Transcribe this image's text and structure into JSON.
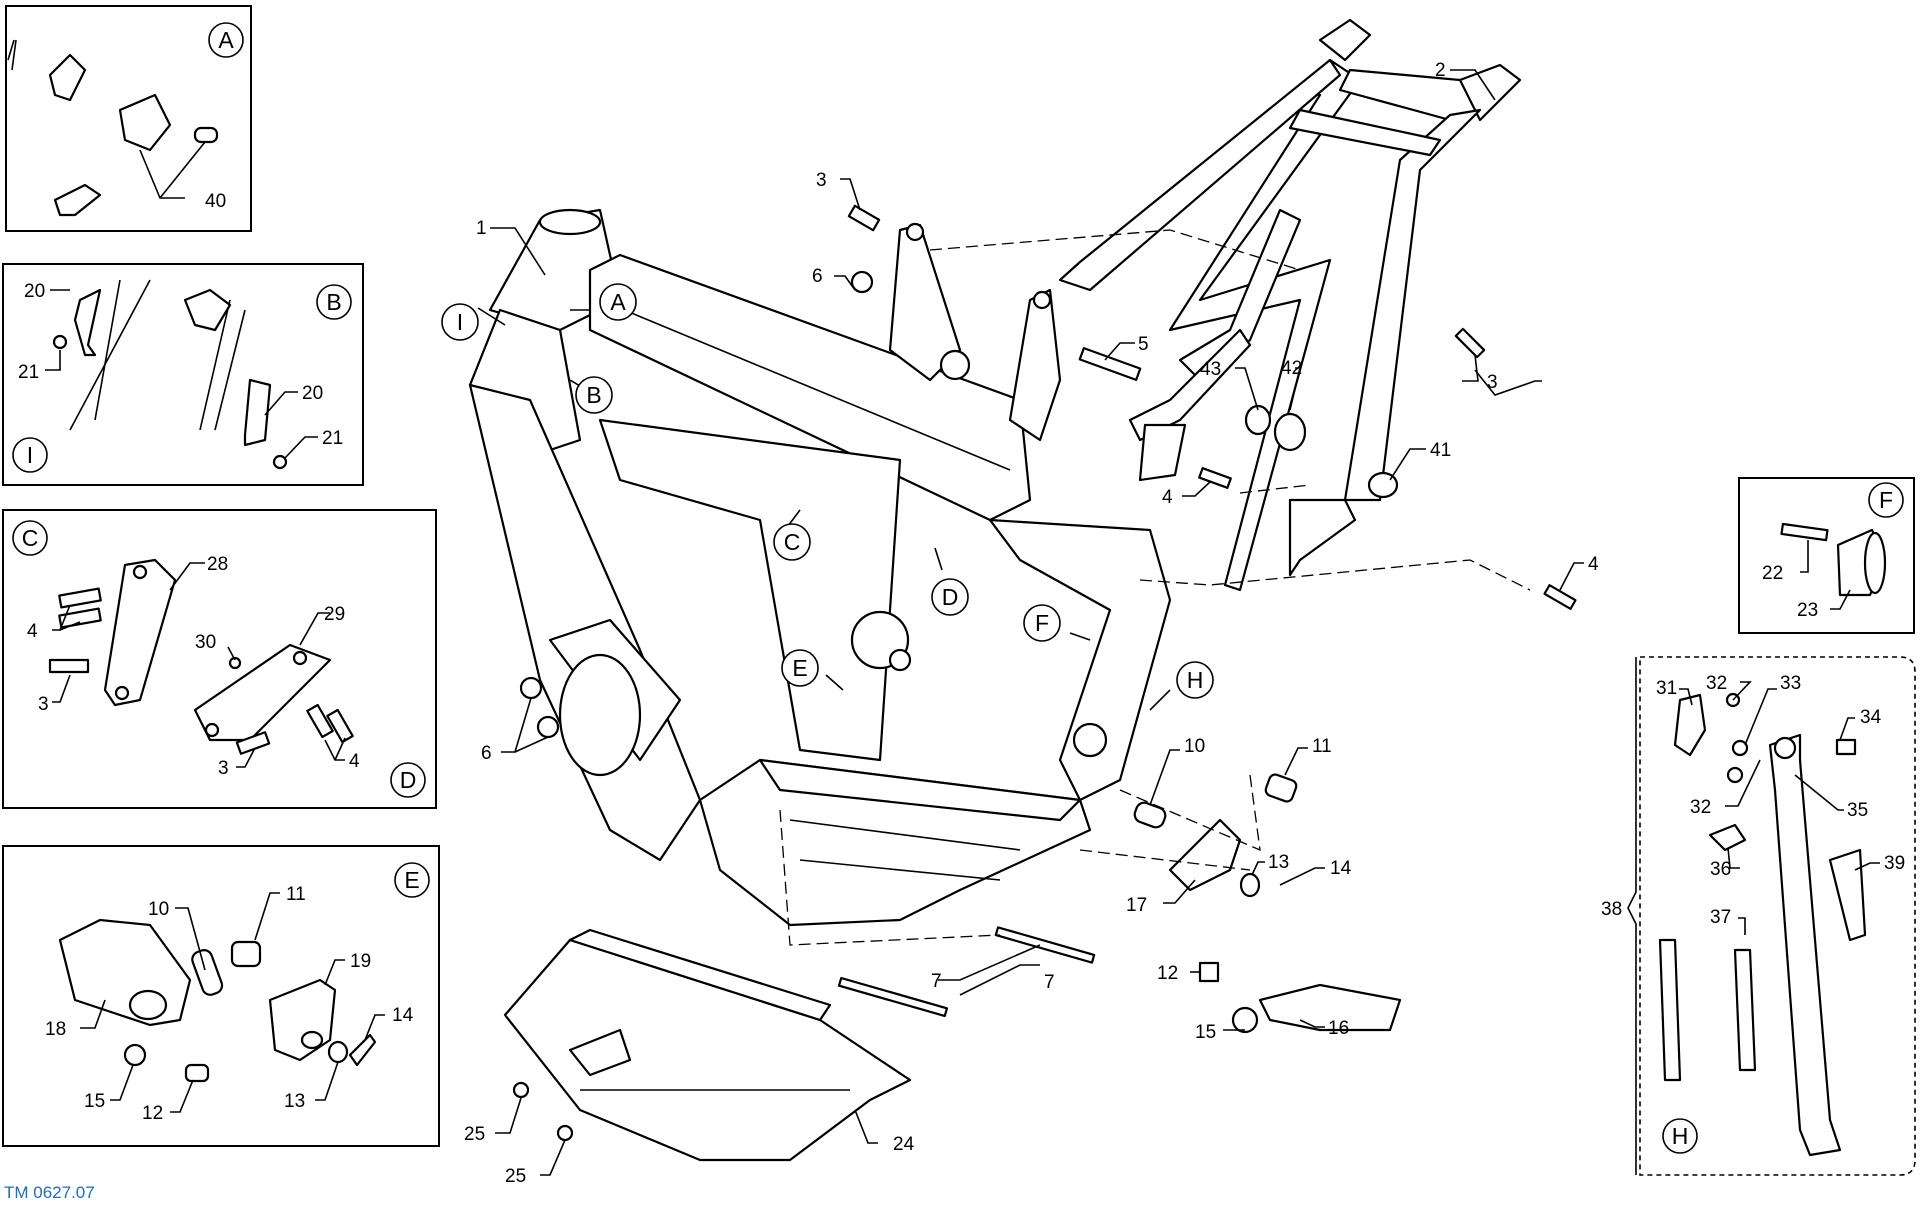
{
  "figure_ref": "TM 0627.07",
  "detail_letters": {
    "A": "A",
    "B": "B",
    "C": "C",
    "D": "D",
    "E": "E",
    "F": "F",
    "H": "H",
    "I": "I"
  },
  "part_numbers": {
    "p1": "1",
    "p2": "2",
    "p3": "3",
    "p4": "4",
    "p5": "5",
    "p6": "6",
    "p7": "7",
    "p10": "10",
    "p11": "11",
    "p12": "12",
    "p13": "13",
    "p14": "14",
    "p15": "15",
    "p16": "16",
    "p17": "17",
    "p18": "18",
    "p19": "19",
    "p20": "20",
    "p21": "21",
    "p22": "22",
    "p23": "23",
    "p24": "24",
    "p25": "25",
    "p28": "28",
    "p29": "29",
    "p30": "30",
    "p31": "31",
    "p32": "32",
    "p33": "33",
    "p34": "34",
    "p35": "35",
    "p36": "36",
    "p37": "37",
    "p38": "38",
    "p39": "39",
    "p40": "40",
    "p41": "41",
    "p42": "42",
    "p43": "43"
  }
}
